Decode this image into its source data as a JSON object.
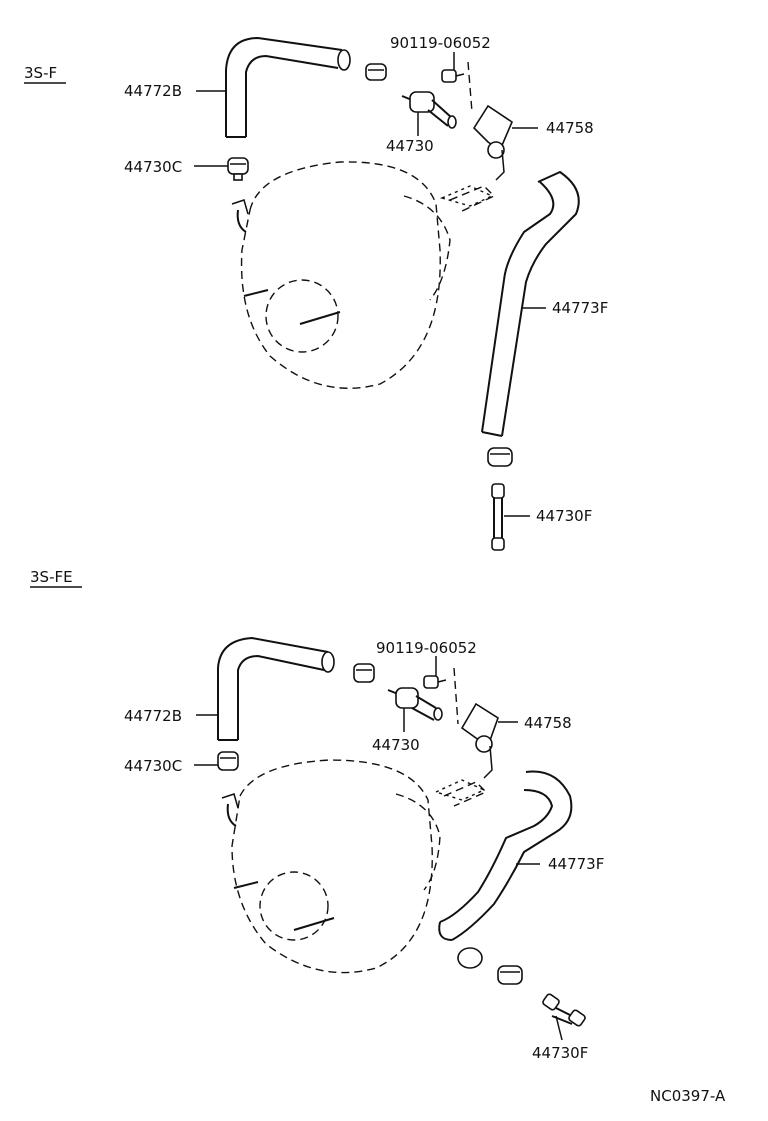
{
  "sections": [
    {
      "engine": "3S-F",
      "labels": {
        "hose_upper": "44772B",
        "clip": "44730C",
        "bolt": "90119-06052",
        "check_valve": "44730",
        "bracket": "44758",
        "hose_main": "44773F",
        "union": "44730F"
      }
    },
    {
      "engine": "3S-FE",
      "labels": {
        "hose_upper": "44772B",
        "clip": "44730C",
        "bolt": "90119-06052",
        "check_valve": "44730",
        "bracket": "44758",
        "hose_main": "44773F",
        "union": "44730F"
      }
    }
  ],
  "drawing_code": "NC0397-A"
}
